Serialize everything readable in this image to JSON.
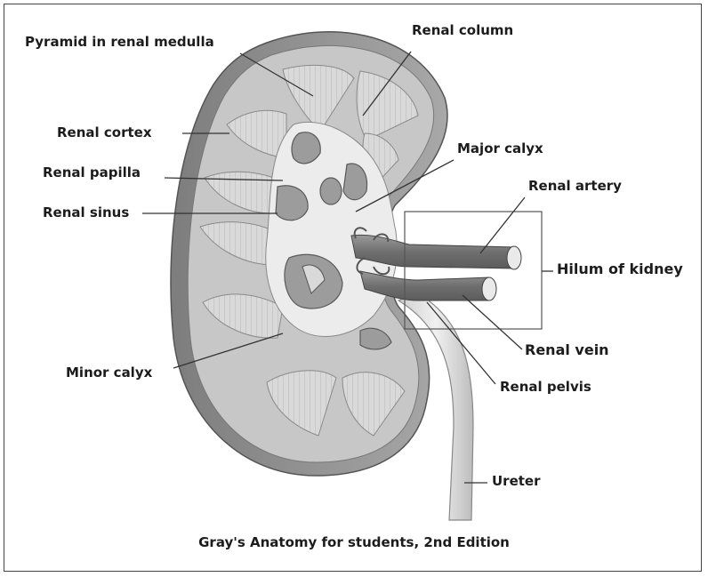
{
  "labels": {
    "pyramid": "Pyramid in renal medulla",
    "renal_column": "Renal column",
    "renal_cortex": "Renal cortex",
    "major_calyx": "Major calyx",
    "renal_papilla": "Renal papilla",
    "renal_artery": "Renal artery",
    "renal_sinus": "Renal sinus",
    "hilum": "Hilum of kidney",
    "renal_vein": "Renal vein",
    "minor_calyx": "Minor calyx",
    "renal_pelvis": "Renal pelvis",
    "ureter": "Ureter"
  },
  "caption": "Gray's Anatomy for students, 2nd Edition",
  "colors": {
    "capsule": "#8f8f8f",
    "cortex": "#c9c9c9",
    "medulla": "#dcdcdc",
    "sinus": "#ececec",
    "leader": "#333333"
  }
}
